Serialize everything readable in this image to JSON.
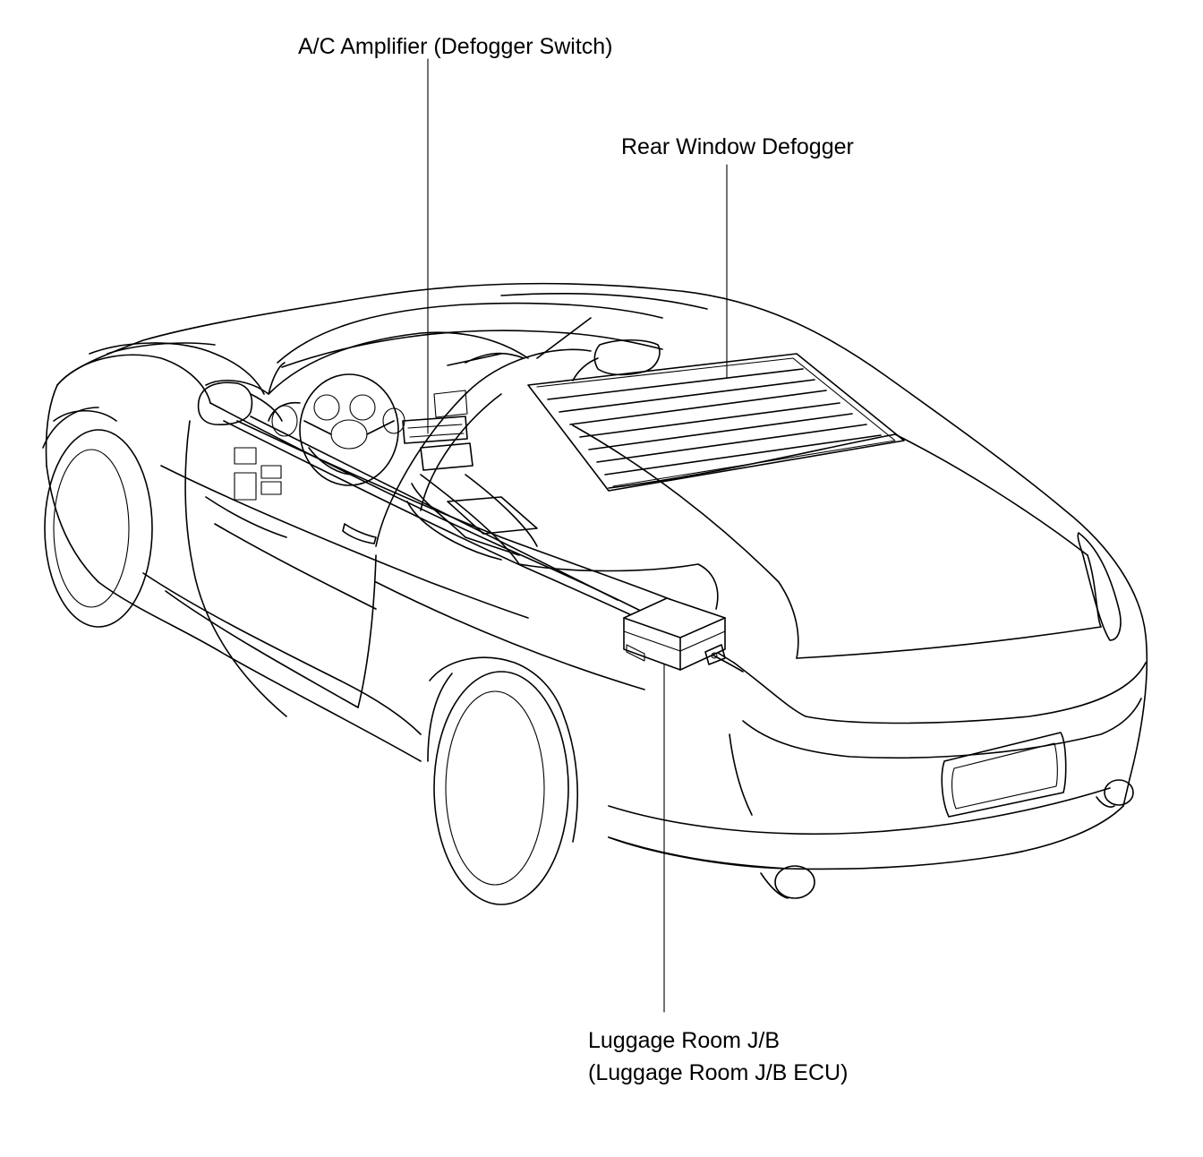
{
  "diagram": {
    "labels": {
      "ac_amplifier": "A/C Amplifier (Defogger Switch)",
      "rear_window_defogger": "Rear Window Defogger",
      "luggage_room_jb_line1": "Luggage Room J/B",
      "luggage_room_jb_line2": "(Luggage Room J/B ECU)"
    }
  }
}
